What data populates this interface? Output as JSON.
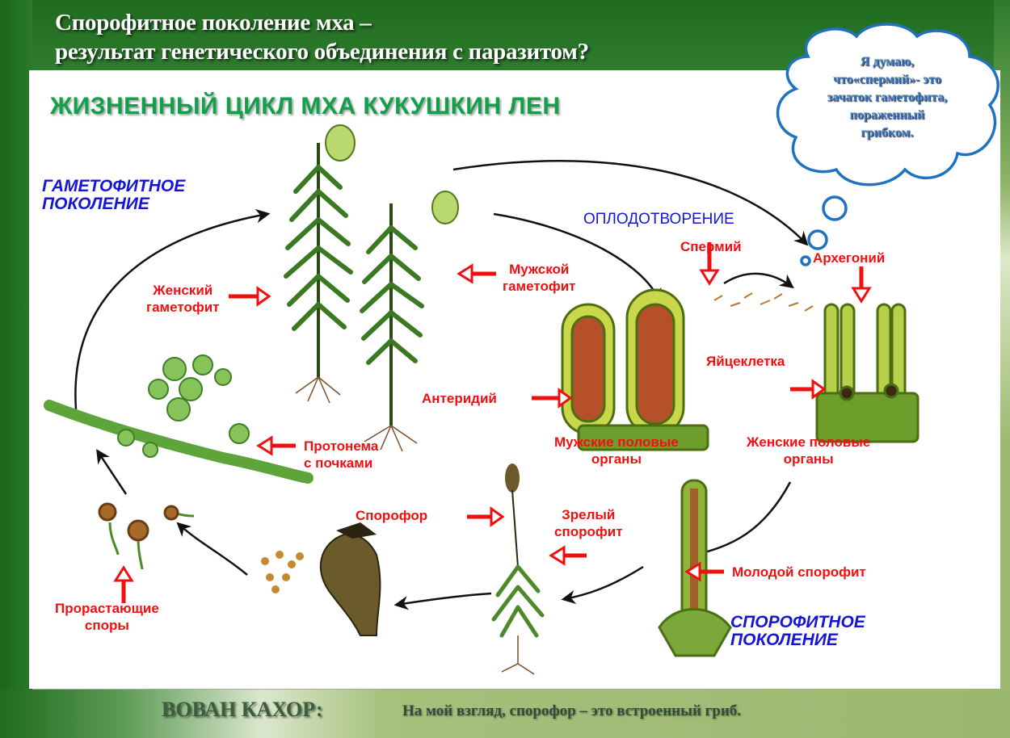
{
  "slide": {
    "title_line1": "Спорофитное поколение мха –",
    "title_line2": "результат генетического объединения с паразитом?",
    "background_color": "#2f7d2f",
    "accent_color": "#9cb96f"
  },
  "diagram": {
    "title": "ЖИЗНЕННЫЙ ЦИКЛ МХА КУКУШКИН ЛЕН",
    "title_color": "#13a04a",
    "gametophyte_generation": [
      "ГАМЕТОФИТНОЕ",
      "ПОКОЛЕНИЕ"
    ],
    "sporophyte_generation": [
      "СПОРОФИТНОЕ",
      "ПОКОЛЕНИЕ"
    ],
    "fertilization": "ОПЛОДОТВОРЕНИЕ",
    "generation_color": "#1515d8",
    "label_color": "#f01010",
    "labels": {
      "female_gametophyte": [
        "Женский",
        "гаметофит"
      ],
      "male_gametophyte": [
        "Мужской",
        "гаметофит"
      ],
      "sperm": "Спермий",
      "archegonium": "Архегоний",
      "egg_cell": "Яйцеклетка",
      "antheridium": "Антеридий",
      "male_organs": [
        "Мужские половые",
        "органы"
      ],
      "female_organs": [
        "Женские половые",
        "органы"
      ],
      "protonema": [
        "Протонема",
        "с почками"
      ],
      "sporophore": "Спорофор",
      "mature_sporophyte": [
        "Зрелый",
        "спорофит"
      ],
      "young_sporophyte": "Молодой спорофит",
      "germinating_spores": [
        "Прорастающие",
        "споры"
      ]
    }
  },
  "thought_bubble": {
    "lines": [
      "Я думаю,",
      "что«спермий»- это",
      "зачаток гаметофита,",
      "пораженный",
      "грибком."
    ],
    "outline_color": "#1e72c0"
  },
  "footer": {
    "author": "ВОВАН КАХОР:",
    "quote": "На мой взгляд, спорофор – это встроенный гриб."
  }
}
